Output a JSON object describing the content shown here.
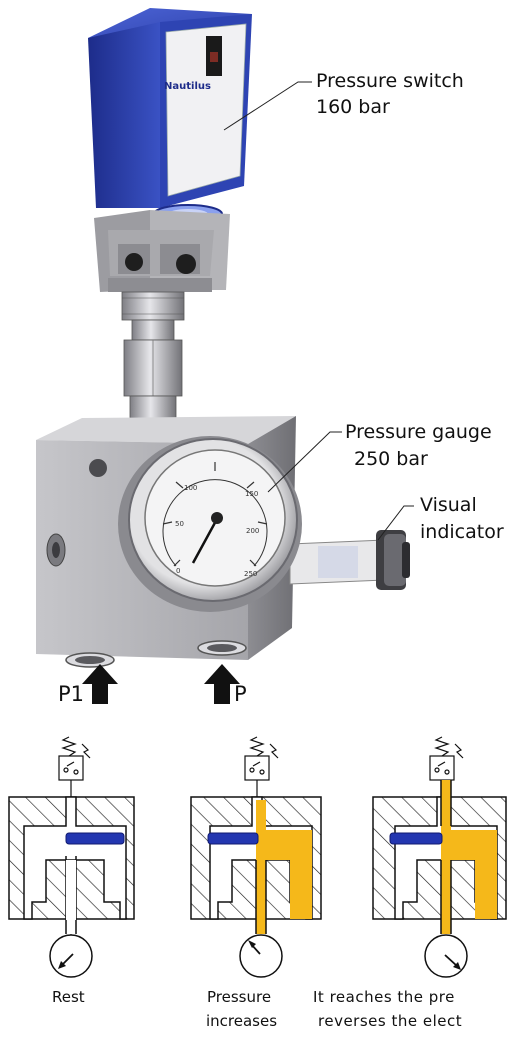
{
  "device": {
    "brand": "Nautilus",
    "switch_label": [
      "Pressure switch",
      "160 bar"
    ],
    "gauge_label": [
      "Pressure gauge",
      "250 bar"
    ],
    "indicator_label": [
      "Visual",
      "indicator"
    ],
    "gauge_ticks": [
      "0",
      "50",
      "100",
      "150",
      "200",
      "250"
    ],
    "port_labels": [
      "P1",
      "P"
    ]
  },
  "states": [
    {
      "caption": [
        "Rest"
      ]
    },
    {
      "caption": [
        "Pressure",
        "increases"
      ]
    },
    {
      "caption": [
        "It reaches the pre",
        "reverses the elect"
      ]
    }
  ],
  "colors": {
    "switch_blue": "#2a3fa6",
    "oil_yellow": "#f5b81a",
    "piston_blue": "#1f2b9e",
    "body_gray": "#b9b9bd"
  }
}
